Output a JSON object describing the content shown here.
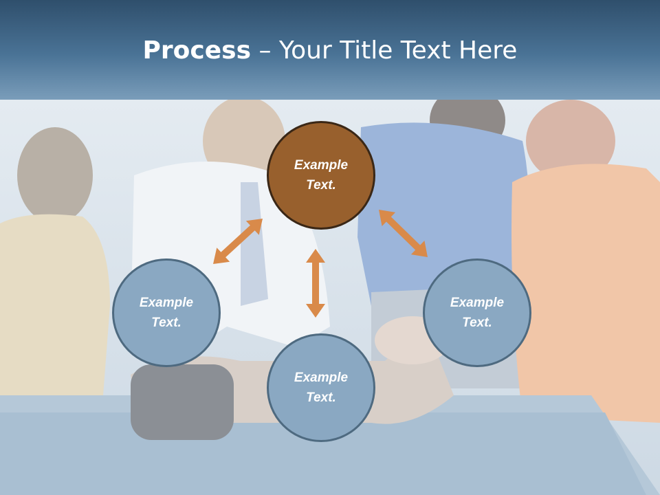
{
  "slide": {
    "title_bold": "Process",
    "title_rest": " – Your Title Text Here"
  },
  "diagram": {
    "nodes": [
      {
        "id": "top",
        "label": "Example\nText.",
        "color": "#98602d"
      },
      {
        "id": "left",
        "label": "Example\nText.",
        "color": "#8aa8c2"
      },
      {
        "id": "right",
        "label": "Example\nText.",
        "color": "#8aa8c2"
      },
      {
        "id": "bottom",
        "label": "Example\nText.",
        "color": "#8aa8c2"
      }
    ],
    "arrow_color": "#d98a4a"
  }
}
